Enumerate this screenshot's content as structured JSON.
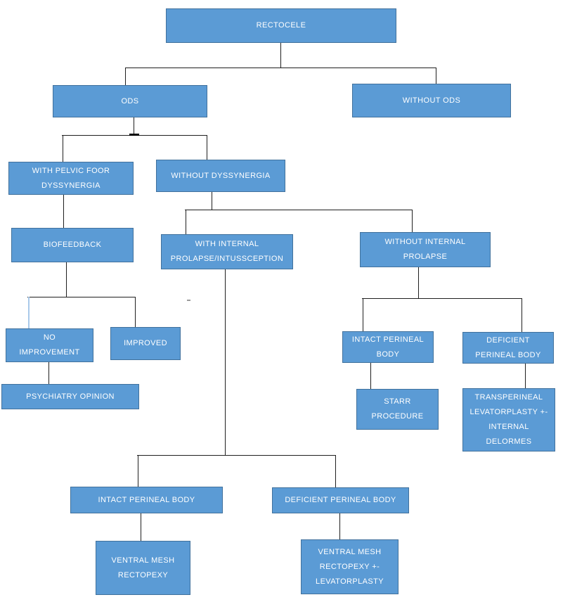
{
  "colors": {
    "background": "#FFFFFF",
    "box_fill": "#5B9BD5",
    "box_border": "#41719C",
    "box_text": "#FFFFFF",
    "connector": "#1F1F1F",
    "connector_light": "#A9C9EA"
  },
  "diagram": {
    "type": "flowchart",
    "nodes": {
      "rectocele": {
        "label": "RECTOCELE"
      },
      "ods": {
        "label": "ODS"
      },
      "without_ods": {
        "label": "WITHOUT ODS"
      },
      "with_pelvic_floor_dyssynergia": {
        "label": "WITH PELVIC FOOR\nDYSSYNERGIA"
      },
      "without_dyssynergia": {
        "label": "WITHOUT DYSSYNERGIA"
      },
      "biofeedback": {
        "label": "BIOFEEDBACK"
      },
      "with_internal_prolapse": {
        "label": "WITH INTERNAL\nPROLAPSE/INTUSSCEPTION"
      },
      "without_internal_prolapse": {
        "label": "WITHOUT INTERNAL\nPROLAPSE"
      },
      "no_improvement": {
        "label": "NO\nIMPROVEMENT"
      },
      "improved": {
        "label": "IMPROVED"
      },
      "psychiatry_opinion": {
        "label": "PSYCHIATRY OPINION"
      },
      "intact_perineal_body_right": {
        "label": "INTACT PERINEAL\nBODY"
      },
      "deficient_perineal_body_right": {
        "label": "DEFICIENT\nPERINEAL BODY"
      },
      "starr_procedure": {
        "label": "STARR\nPROCEDURE"
      },
      "transperineal_levatorplasty": {
        "label": "TRANSPERINEAL\nLEVATORPLASTY +-\nINTERNAL\nDELORMES"
      },
      "intact_perineal_body_bottom": {
        "label": "INTACT PERINEAL BODY"
      },
      "deficient_perineal_body_bottom": {
        "label": "DEFICIENT PERINEAL BODY"
      },
      "ventral_mesh_rectopexy": {
        "label": "VENTRAL MESH\nRECTOPEXY"
      },
      "ventral_mesh_rectopexy_levatorplasty": {
        "label": "VENTRAL MESH\nRECTOPEXY +-\nLEVATORPLASTY"
      }
    }
  }
}
